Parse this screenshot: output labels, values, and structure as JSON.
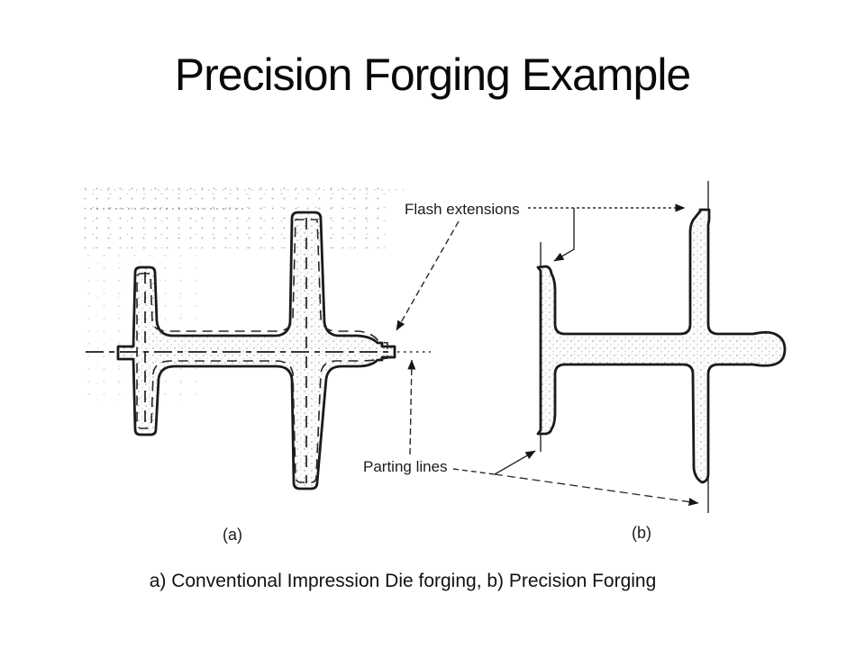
{
  "slide": {
    "title": "Precision Forging Example",
    "caption": "a) Conventional Impression Die forging, b) Precision Forging"
  },
  "annotations": {
    "flash_extensions": "Flash extensions",
    "parting_lines": "Parting lines"
  },
  "figures": {
    "a": {
      "label": "(a)",
      "name": "Conventional Impression Die forging"
    },
    "b": {
      "label": "(b)",
      "name": "Precision Forging"
    }
  },
  "colors": {
    "ink": "#1a1a1a",
    "leader": "#2a2a2a",
    "paper": "#ffffff"
  }
}
